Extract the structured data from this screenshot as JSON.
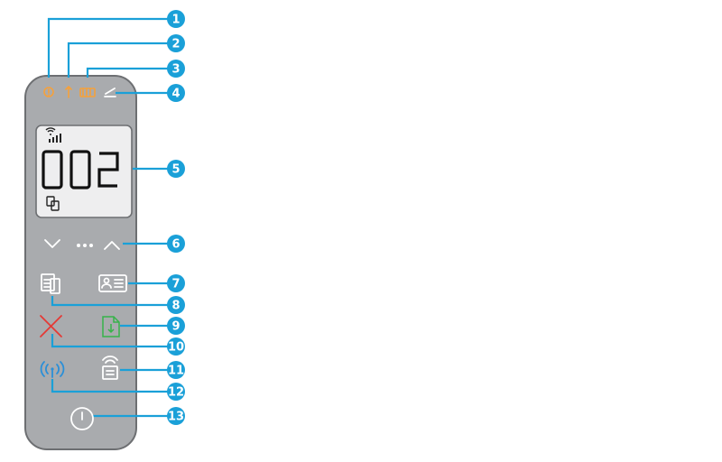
{
  "display": {
    "count": "002"
  },
  "callouts": [
    {
      "number": "1",
      "label": "attention-light"
    },
    {
      "number": "2",
      "label": "toner-light"
    },
    {
      "number": "3",
      "label": "paper-light"
    },
    {
      "number": "4",
      "label": "scanner-light"
    },
    {
      "number": "5",
      "label": "control-panel-display"
    },
    {
      "number": "6",
      "label": "arrow-and-menu-buttons"
    },
    {
      "number": "7",
      "label": "id-copy-button"
    },
    {
      "number": "8",
      "label": "copy-button"
    },
    {
      "number": "9",
      "label": "resume-button"
    },
    {
      "number": "10",
      "label": "cancel-button"
    },
    {
      "number": "11",
      "label": "wifi-direct-button"
    },
    {
      "number": "12",
      "label": "wireless-button"
    },
    {
      "number": "13",
      "label": "power-button"
    }
  ],
  "colors": {
    "callout_blue": "#1aa0d8",
    "panel_gray": "#a9abae",
    "warning_orange": "#f6a13b",
    "cancel_red": "#e53935",
    "resume_green": "#37b34a",
    "wireless_blue": "#2a8fd8"
  }
}
